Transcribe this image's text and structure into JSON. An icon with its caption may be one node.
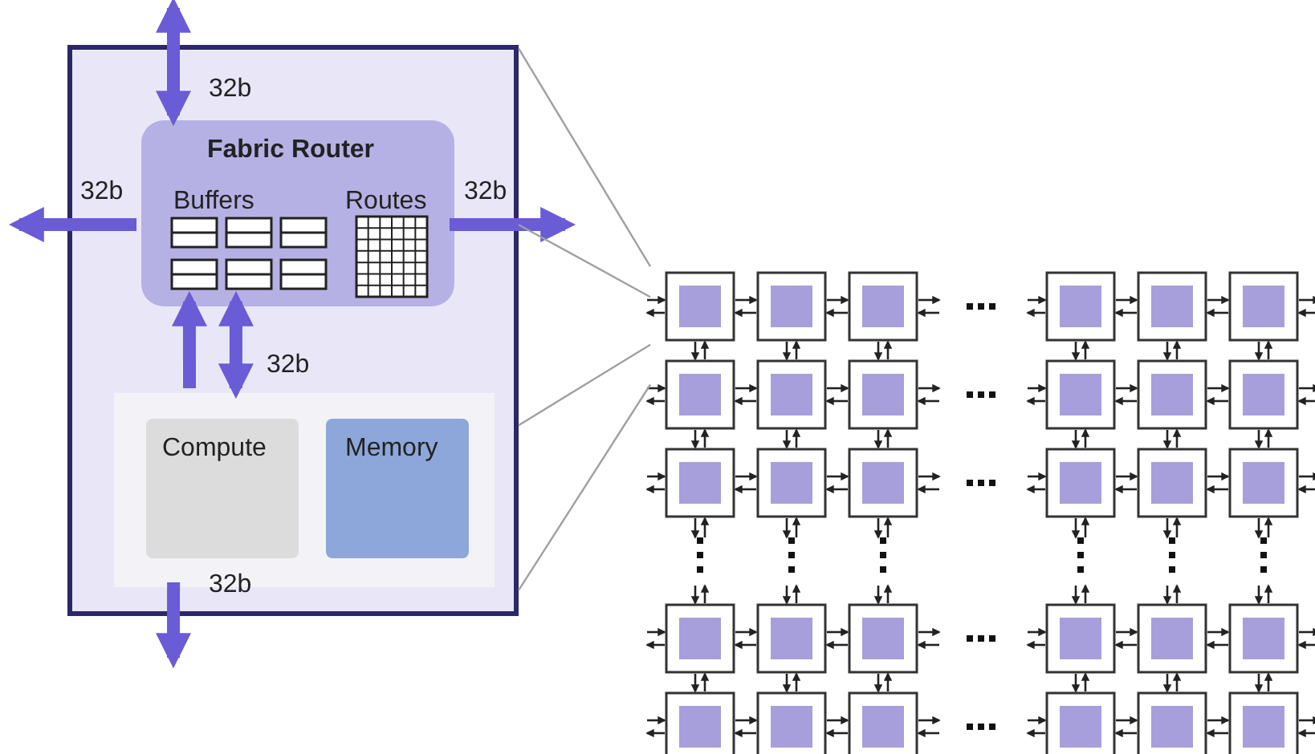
{
  "diagram": {
    "nodes": [
      {
        "text": [],
        "shape": "box"
      },
      {
        "text": [
          "Fabric Router",
          "Buffers",
          "Routes"
        ],
        "in": 0
      },
      {
        "text": [],
        "shape": "box",
        "in": 0
      },
      {
        "text": [
          "Compute"
        ],
        "in": 2
      },
      {
        "text": [
          "Memory"
        ],
        "in": 2
      },
      {
        "text": [],
        "shape": "picture"
      }
    ],
    "edges": [
      {
        "from": null,
        "to": 1,
        "arrow": "both",
        "label": "32b"
      },
      {
        "from": 1,
        "to": null,
        "arrow": "to",
        "label": "32b"
      },
      {
        "from": 1,
        "to": null,
        "arrow": "to",
        "label": "32b"
      },
      {
        "from": 2,
        "to": 1,
        "arrow": "to"
      },
      {
        "from": 1,
        "to": 2,
        "arrow": "both",
        "label": "32b"
      },
      {
        "from": 2,
        "to": null,
        "arrow": "to",
        "label": "32b"
      },
      {
        "from": 0,
        "to": 5,
        "arrow": "none",
        "color": "#a0a0a0"
      },
      {
        "from": 0,
        "to": 5,
        "arrow": "none",
        "color": "#a0a0a0"
      },
      {
        "from": 0,
        "to": 5,
        "arrow": "none",
        "color": "#a0a0a0"
      },
      {
        "from": 0,
        "to": 5,
        "arrow": "none",
        "color": "#a0a0a0"
      }
    ]
  }
}
